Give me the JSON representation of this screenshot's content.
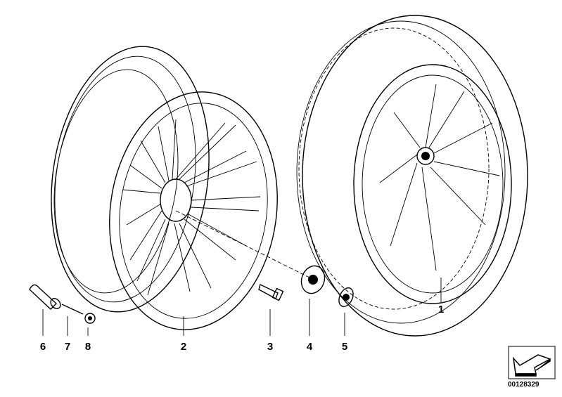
{
  "diagram": {
    "callouts": [
      {
        "id": "1",
        "label": "1"
      },
      {
        "id": "2",
        "label": "2"
      },
      {
        "id": "3",
        "label": "3"
      },
      {
        "id": "4",
        "label": "4"
      },
      {
        "id": "5",
        "label": "5"
      },
      {
        "id": "6",
        "label": "6"
      },
      {
        "id": "7",
        "label": "7"
      },
      {
        "id": "8",
        "label": "8"
      }
    ],
    "diagram_code": "00128329",
    "nav_icon": "arrow-icon"
  }
}
